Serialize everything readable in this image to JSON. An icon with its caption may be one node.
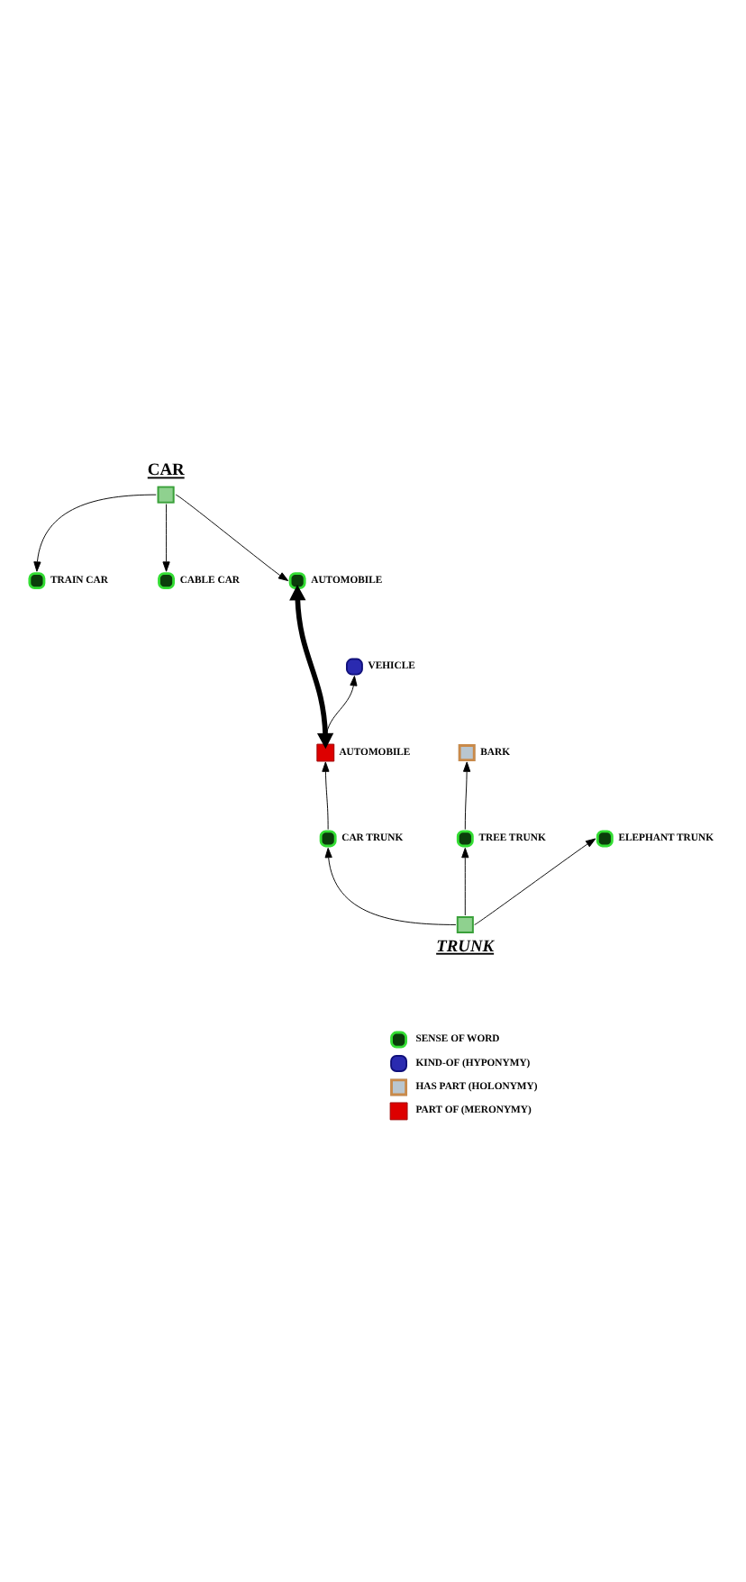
{
  "diagram": {
    "nodes": [
      {
        "text": [
          "CAR"
        ]
      },
      {
        "text": [
          "TRAIN CAR"
        ]
      },
      {
        "text": [
          "CABLE CAR"
        ]
      },
      {
        "text": [
          "AUTOMOBILE"
        ]
      },
      {
        "text": [
          "VEHICLE"
        ]
      },
      {
        "text": [
          "AUTOMOBILE"
        ]
      },
      {
        "text": [
          "BARK"
        ]
      },
      {
        "text": [
          "TREE TRUNK"
        ]
      },
      {
        "text": [
          "CAR TRUNK"
        ]
      },
      {
        "text": [
          "ELEPHANT TRUNK"
        ]
      },
      {
        "text": [
          "TRUNK"
        ]
      }
    ],
    "edges": [
      {
        "from": 0,
        "to": 1,
        "arrow": "to"
      },
      {
        "from": 0,
        "to": 2,
        "arrow": "to"
      },
      {
        "from": 0,
        "to": 3,
        "arrow": "to"
      },
      {
        "from": 3,
        "to": 5,
        "arrow": "both",
        "style": "thick"
      },
      {
        "from": 5,
        "to": 4,
        "arrow": "to"
      },
      {
        "from": 8,
        "to": 5,
        "arrow": "to"
      },
      {
        "from": 10,
        "to": 8,
        "arrow": "to"
      },
      {
        "from": 10,
        "to": 7,
        "arrow": "to"
      },
      {
        "from": 10,
        "to": 9,
        "arrow": "to"
      },
      {
        "from": 7,
        "to": 6,
        "arrow": "to"
      }
    ],
    "legend": [
      {
        "text": "SENSE OF WORD"
      },
      {
        "text": "KIND-OF (HYPONYMY)"
      },
      {
        "text": "HAS PART (HOLONYMY)"
      },
      {
        "text": "PART OF (MERONYMY)"
      }
    ]
  }
}
